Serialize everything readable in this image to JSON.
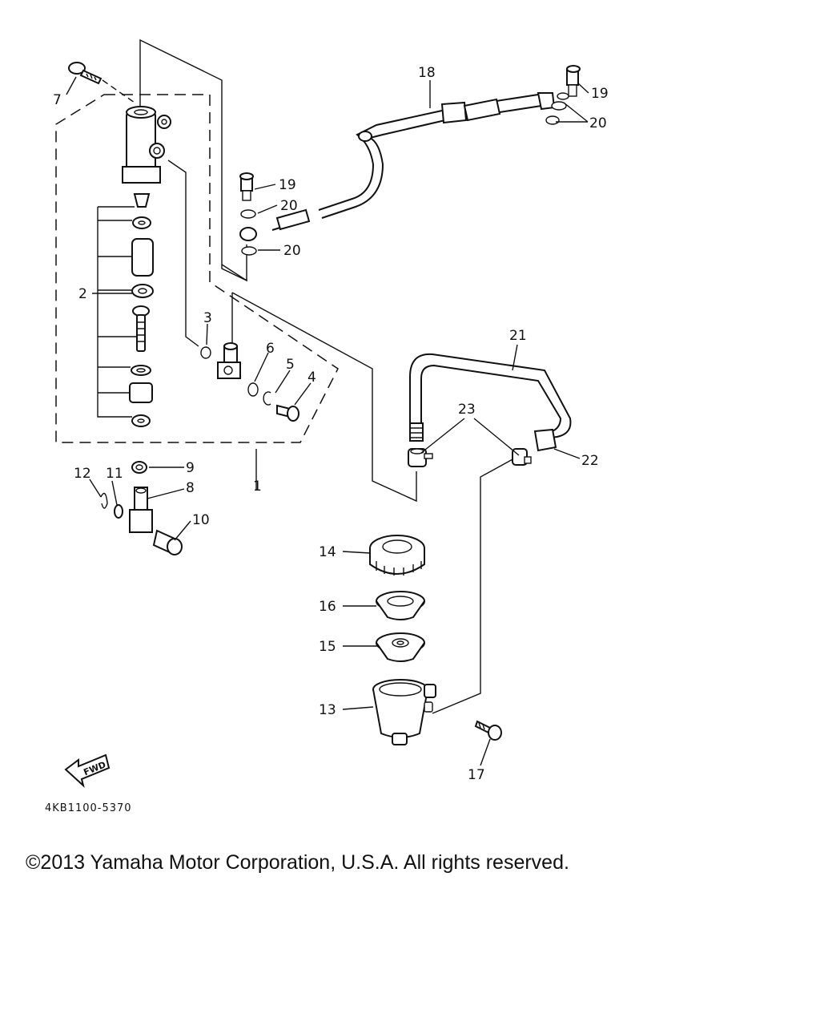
{
  "diagram": {
    "code": "4KB1100-5370",
    "fwd_label": "FWD",
    "callouts": [
      "7",
      "2",
      "3",
      "6",
      "5",
      "4",
      "1",
      "9",
      "12",
      "11",
      "8",
      "10",
      "18",
      "19",
      "20",
      "19",
      "20",
      "20",
      "21",
      "23",
      "22",
      "14",
      "16",
      "15",
      "13",
      "17"
    ]
  },
  "footer": {
    "copyright": "©2013 Yamaha Motor Corporation, U.S.A. All rights reserved."
  }
}
